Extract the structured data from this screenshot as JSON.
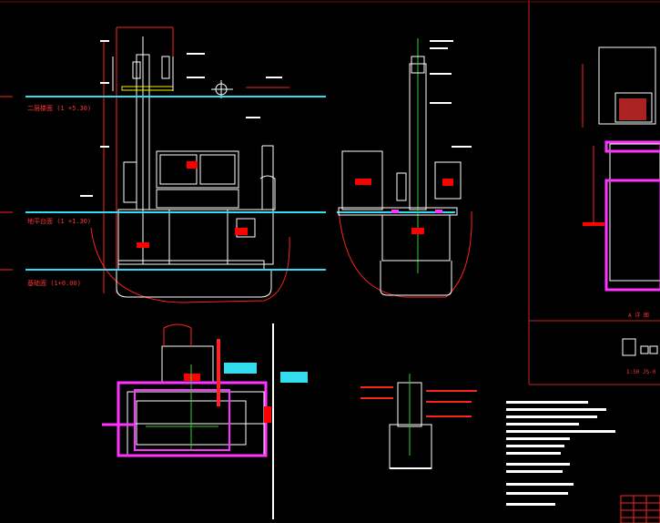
{
  "drawing": {
    "background": "#000000",
    "colors": {
      "line": "#ffffff",
      "red": "#ff0000",
      "cyan": "#33ddee",
      "magenta": "#ff33ff",
      "green": "#33cc33",
      "yellow": "#ffee00"
    },
    "level_labels": {
      "upper": "二层楼面 (1 +5.30)",
      "middle": "地平台面 (1 +1.30)",
      "lower": "基础面 (1+0.00)"
    },
    "detail_title": "A 详 图",
    "sheet_code": "1:50 JS-0"
  }
}
